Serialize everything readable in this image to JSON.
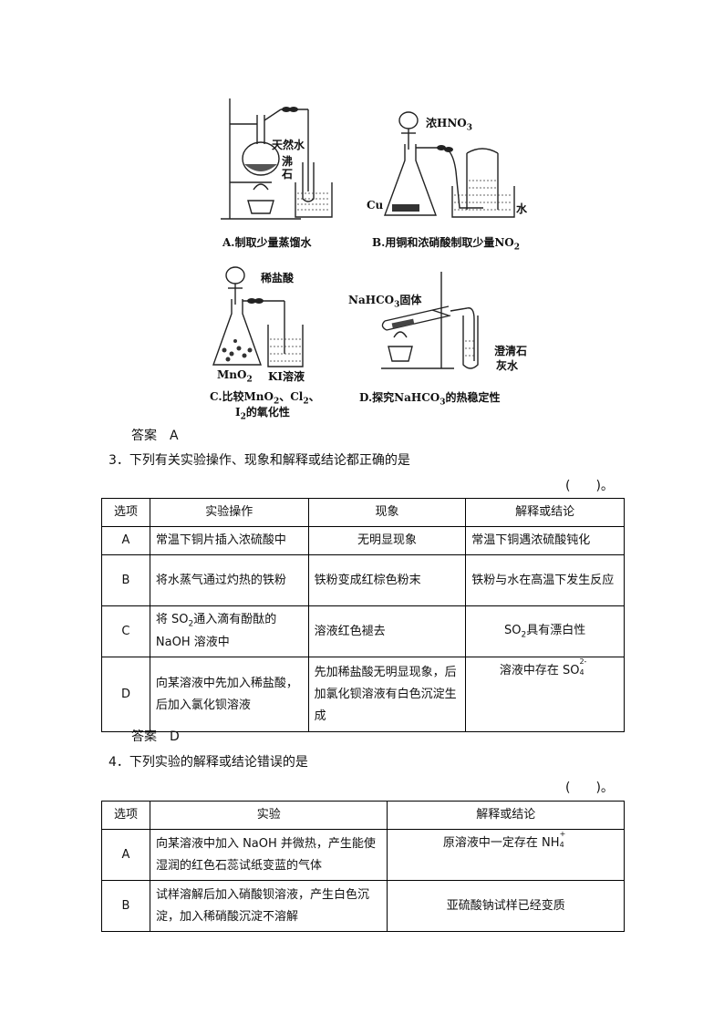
{
  "figures": {
    "A": {
      "caption": "A.制取少量蒸馏水",
      "labels": [
        "天然水",
        "沸",
        "石"
      ]
    },
    "B": {
      "caption_main": "B.用铜和浓硝酸制取少量NO",
      "caption_sub": "2",
      "labels": [
        "浓HNO",
        "3",
        "Cu",
        "水"
      ]
    },
    "C": {
      "caption_line1": "C.比较MnO",
      "caption_line1_sub": "2",
      "caption_line1_b": "、Cl",
      "caption_line1_sub2": "2",
      "caption_line1_c": "、",
      "caption_line2_a": "I",
      "caption_line2_sub": "2",
      "caption_line2_b": "的氧化性",
      "labels": [
        "稀盐酸",
        "MnO",
        "2",
        "KI溶液"
      ]
    },
    "D": {
      "caption_a": "D.探究NaHCO",
      "caption_sub": "3",
      "caption_b": "的热稳定性",
      "labels": [
        "NaHCO",
        "3",
        "固体",
        "澄清石",
        "灰水"
      ]
    }
  },
  "answer2": "答案　A",
  "q3": {
    "text": "3．下列有关实验操作、现象和解释或结论都正确的是",
    "paren": "(　　)。",
    "headers": [
      "选项",
      "实验操作",
      "现象",
      "解释或结论"
    ],
    "rows": [
      {
        "opt": "A",
        "op": "常温下铜片插入浓硫酸中",
        "phen": "无明显现象",
        "concl": "常温下铜遇浓硫酸钝化"
      },
      {
        "opt": "B",
        "op": "将水蒸气通过灼热的铁粉",
        "phen": "铁粉变成红棕色粉末",
        "concl": "铁粉与水在高温下发生反应"
      },
      {
        "opt": "C",
        "op_a": "将 SO",
        "op_sub": "2",
        "op_b": "通入滴有酚酞的NaOH 溶液中",
        "phen": "溶液红色褪去",
        "concl_a": "SO",
        "concl_sub": "2",
        "concl_b": "具有漂白性"
      },
      {
        "opt": "D",
        "op": "向某溶液中先加入稀盐酸，后加入氯化钡溶液",
        "phen": "先加稀盐酸无明显现象，后加氯化钡溶液有白色沉淀生成",
        "concl_a": "溶液中存在 SO",
        "concl_sup": "2-",
        "concl_sub": "4"
      }
    ]
  },
  "answer3": "答案　D",
  "q4": {
    "text": "4．下列实验的解释或结论错误的是",
    "paren": "(　　)。",
    "headers": [
      "选项",
      "实验",
      "解释或结论"
    ],
    "rows": [
      {
        "opt": "A",
        "exp": "向某溶液中加入 NaOH 并微热，产生能使湿润的红色石蕊试纸变蓝的气体",
        "concl_a": "原溶液中一定存在 NH",
        "concl_sup": "+",
        "concl_sub": "4"
      },
      {
        "opt": "B",
        "exp": "试样溶解后加入硝酸钡溶液，产生白色沉淀，加入稀硝酸沉淀不溶解",
        "concl": "亚硫酸钠试样已经变质"
      }
    ]
  }
}
